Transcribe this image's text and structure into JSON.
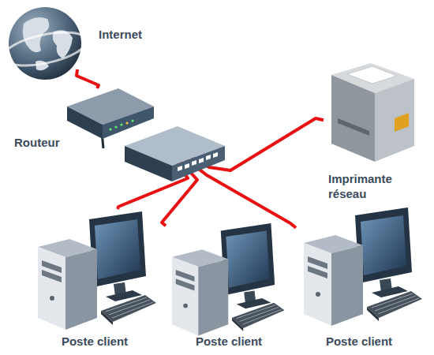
{
  "diagram": {
    "nodes": [
      {
        "text": [
          "Internet"
        ]
      },
      {
        "text": [
          "Routeur"
        ]
      },
      {
        "text": [
          "Imprimante réseau"
        ]
      },
      {
        "text": [
          "Poste client"
        ]
      },
      {
        "text": [
          "Poste client"
        ]
      },
      {
        "text": [
          "Poste client"
        ]
      }
    ],
    "edges": [
      {
        "from": 0,
        "to": 1,
        "arrow": "none"
      },
      {
        "from": 1,
        "to": 2,
        "arrow": "none"
      },
      {
        "from": 1,
        "to": 3,
        "arrow": "none"
      },
      {
        "from": 1,
        "to": 4,
        "arrow": "none"
      },
      {
        "from": 1,
        "to": 5,
        "arrow": "none"
      }
    ]
  }
}
